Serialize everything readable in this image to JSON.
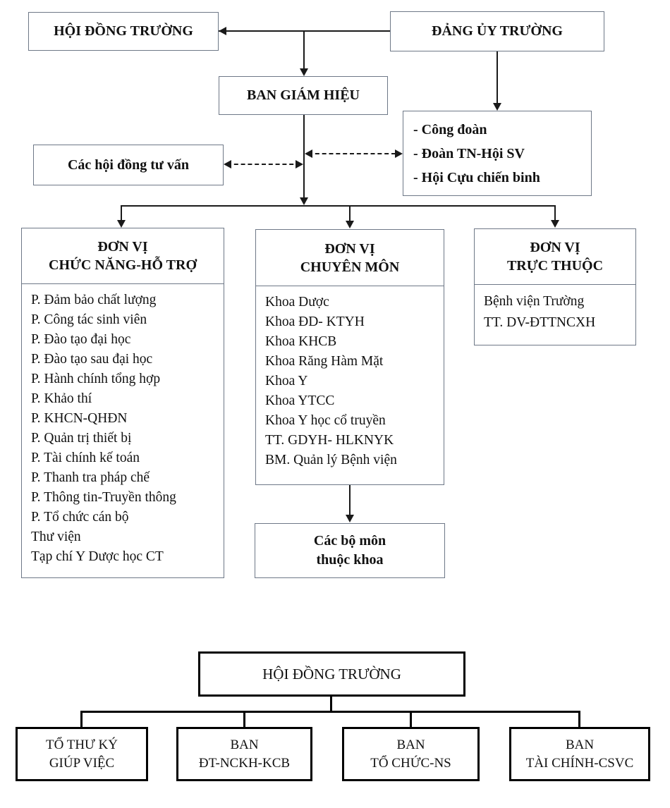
{
  "colors": {
    "top_box_border": "#6e7887",
    "connector_line": "#1a1a1a",
    "bottom_box_border": "#000000",
    "text": "#111111",
    "background": "#ffffff"
  },
  "top_chart": {
    "type": "org-chart",
    "school_council": "HỘI ĐỒNG TRƯỜNG",
    "party_committee": "ĐẢNG ỦY TRƯỜNG",
    "rector_board": "BAN GIÁM HIỆU",
    "advisory_councils": "Các hội đồng tư vấn",
    "mass_organizations": [
      "- Công đoàn",
      "- Đoàn TN-Hội SV",
      "- Hội Cựu chiến binh"
    ],
    "columns": [
      {
        "title_line1": "ĐƠN VỊ",
        "title_line2": "CHỨC NĂNG-HỖ TRỢ",
        "items": [
          "P. Đảm bảo chất lượng",
          "P. Công tác sinh viên",
          "P. Đào tạo đại học",
          "P. Đào tạo sau đại học",
          "P. Hành chính tổng hợp",
          "P. Khảo thí",
          "P. KHCN-QHĐN",
          "P. Quản trị thiết bị",
          "P. Tài chính kế toán",
          "P. Thanh tra pháp chế",
          "P. Thông tin-Truyền thông",
          "P. Tổ chức cán bộ",
          "Thư viện",
          "Tạp chí Y Dược học CT"
        ]
      },
      {
        "title_line1": "ĐƠN VỊ",
        "title_line2": "CHUYÊN MÔN",
        "items": [
          "Khoa Dược",
          "Khoa ĐD- KTYH",
          "Khoa KHCB",
          "Khoa Răng Hàm Mặt",
          "Khoa Y",
          "Khoa YTCC",
          "Khoa Y học cổ truyền",
          "TT. GDYH- HLKNYK",
          "BM. Quản lý Bệnh viện"
        ]
      },
      {
        "title_line1": "ĐƠN VỊ",
        "title_line2": "TRỰC THUỘC",
        "items": [
          "Bệnh viện Trường",
          "TT. DV-ĐTTNCXH"
        ]
      }
    ],
    "departments_box": {
      "line1": "Các bộ môn",
      "line2": "thuộc khoa"
    }
  },
  "bottom_chart": {
    "type": "org-chart",
    "root": "HỘI ĐỒNG TRƯỜNG",
    "children": [
      {
        "line1": "TỔ THƯ KÝ",
        "line2": "GIÚP VIỆC"
      },
      {
        "line1": "BAN",
        "line2": "ĐT-NCKH-KCB"
      },
      {
        "line1": "BAN",
        "line2": "TỔ CHỨC-NS"
      },
      {
        "line1": "BAN",
        "line2": "TÀI CHÍNH-CSVC"
      }
    ]
  }
}
